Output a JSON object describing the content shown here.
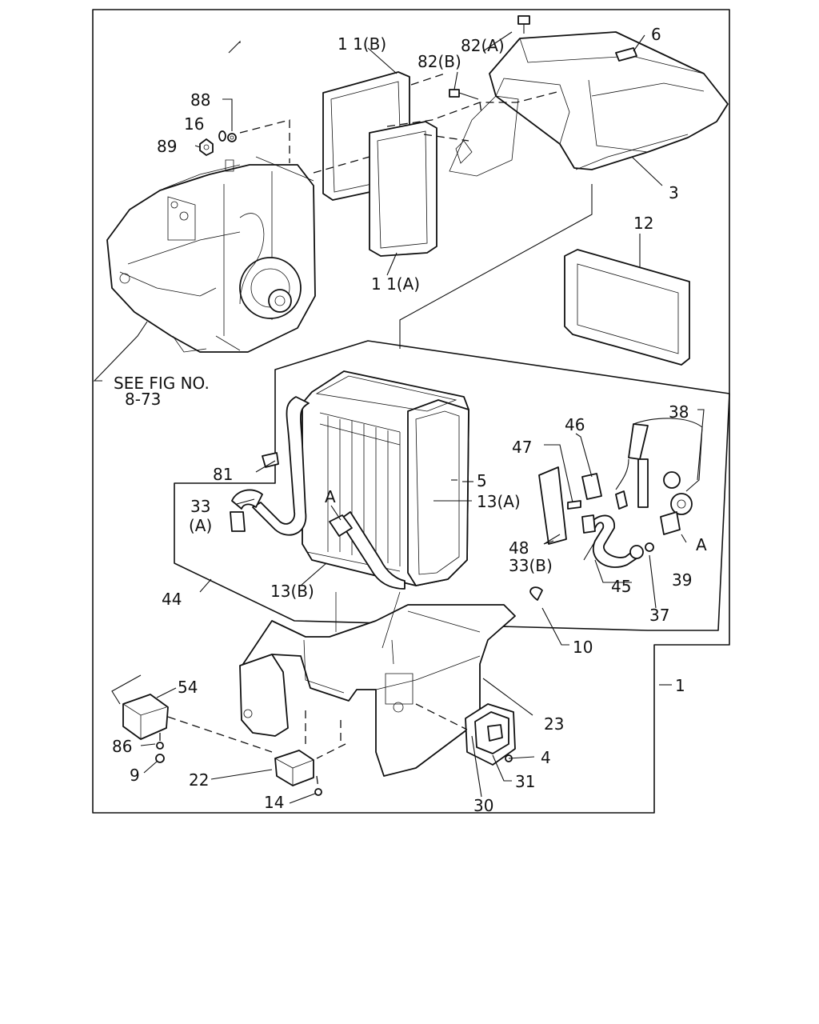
{
  "labels": {
    "l_11b": "1 1(B)",
    "l_82a": "82(A)",
    "l_82b": "82(B)",
    "l_6": "6",
    "l_88": "88",
    "l_16": "16",
    "l_89": "89",
    "l_3": "3",
    "l_12": "12",
    "l_11a": "1 1(A)",
    "l_seefig1": "SEE FIG NO.",
    "l_seefig2": "8-73",
    "l_38": "38",
    "l_46": "46",
    "l_47": "47",
    "l_5": "5",
    "l_81": "81",
    "l_13a": "13(A)",
    "l_33": "33",
    "l_33a": "(A)",
    "l_A1": "A",
    "l_48": "48",
    "l_33b": "33(B)",
    "l_A2": "A",
    "l_39": "39",
    "l_45": "45",
    "l_44": "44",
    "l_13b": "13(B)",
    "l_37": "37",
    "l_10": "10",
    "l_1": "1",
    "l_54": "54",
    "l_23": "23",
    "l_86": "86",
    "l_4": "4",
    "l_9": "9",
    "l_22": "22",
    "l_31": "31",
    "l_14": "14",
    "l_30": "30"
  }
}
